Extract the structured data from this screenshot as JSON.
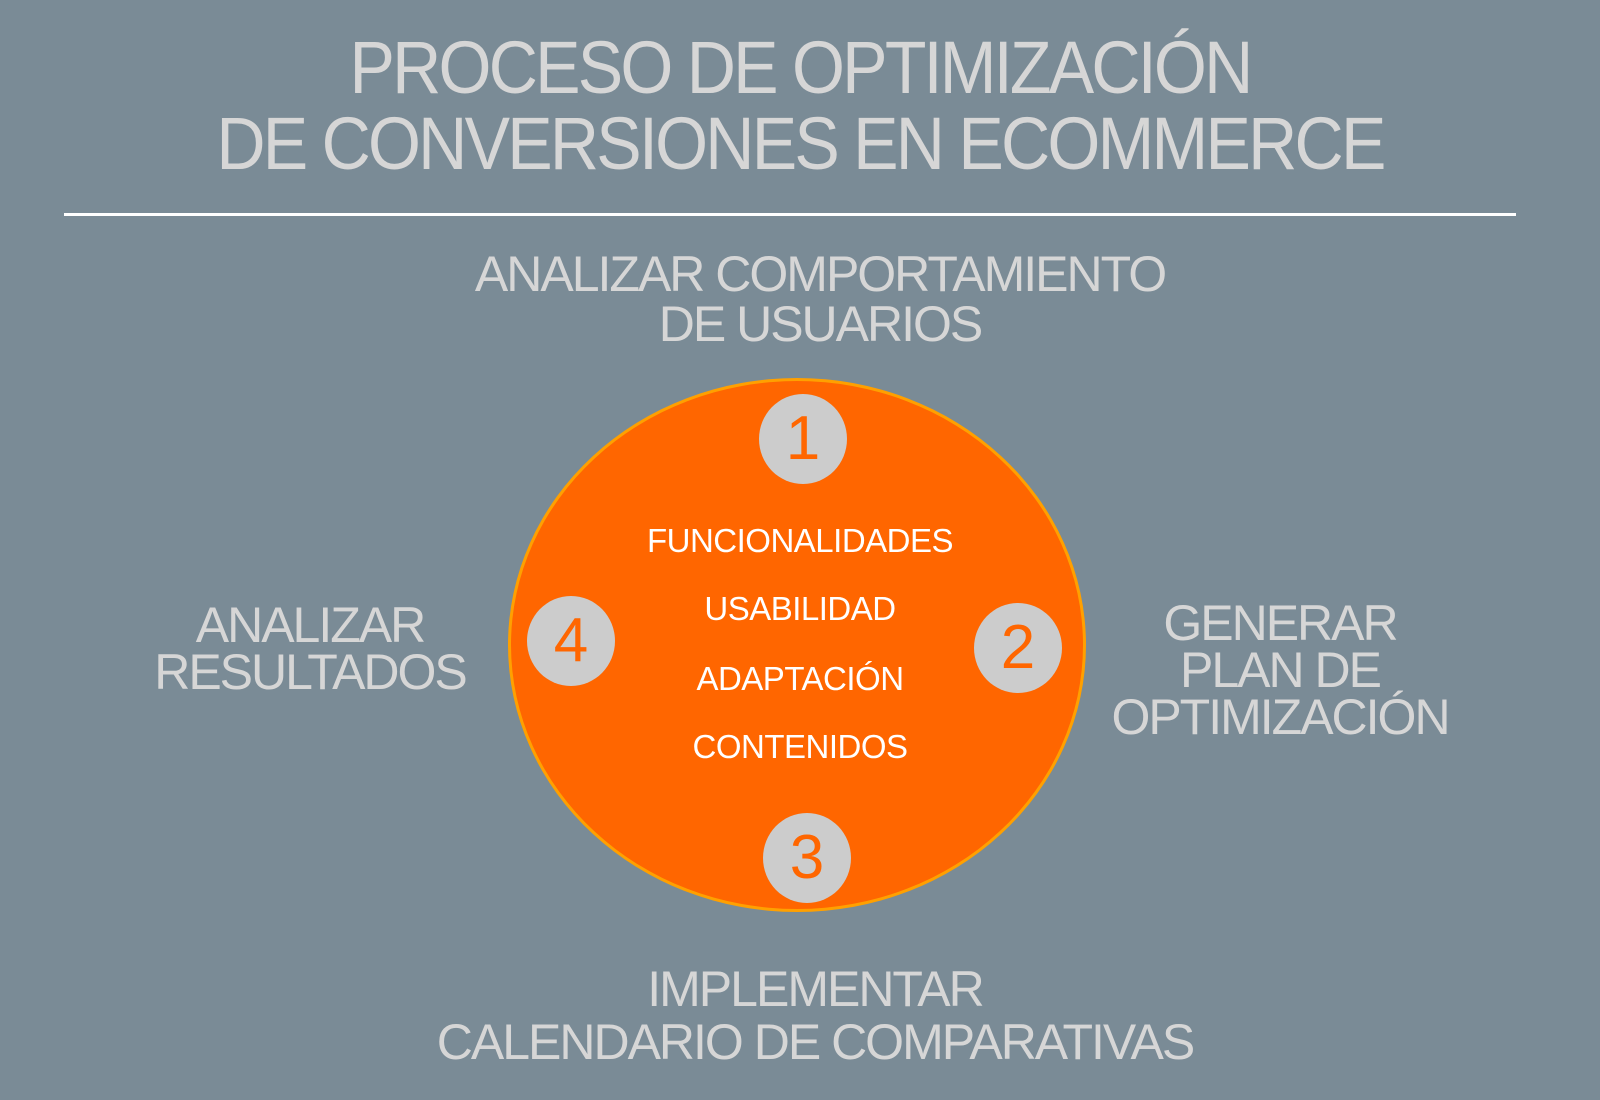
{
  "title": {
    "line1": "PROCESO DE OPTIMIZACIÓN",
    "line2": "DE CONVERSIONES EN ECOMMERCE"
  },
  "colors": {
    "background": "#7a8b96",
    "circle_fill": "#ff6600",
    "circle_border": "#ffa000",
    "badge_fill": "#cccccc",
    "label_text": "#d6d6d6",
    "inner_text": "#ffffff"
  },
  "steps": [
    {
      "number": "1",
      "label_lines": [
        "ANALIZAR COMPORTAMIENTO",
        "DE USUARIOS"
      ],
      "position": "top"
    },
    {
      "number": "2",
      "label_lines": [
        "GENERAR",
        "PLAN DE",
        "OPTIMIZACIÓN"
      ],
      "position": "right"
    },
    {
      "number": "3",
      "label_lines": [
        "IMPLEMENTAR",
        "CALENDARIO DE COMPARATIVAS"
      ],
      "position": "bottom"
    },
    {
      "number": "4",
      "label_lines": [
        "ANALIZAR",
        "RESULTADOS"
      ],
      "position": "left"
    }
  ],
  "focus_areas": [
    "FUNCIONALIDADES",
    "USABILIDAD",
    "ADAPTACIÓN",
    "CONTENIDOS"
  ]
}
